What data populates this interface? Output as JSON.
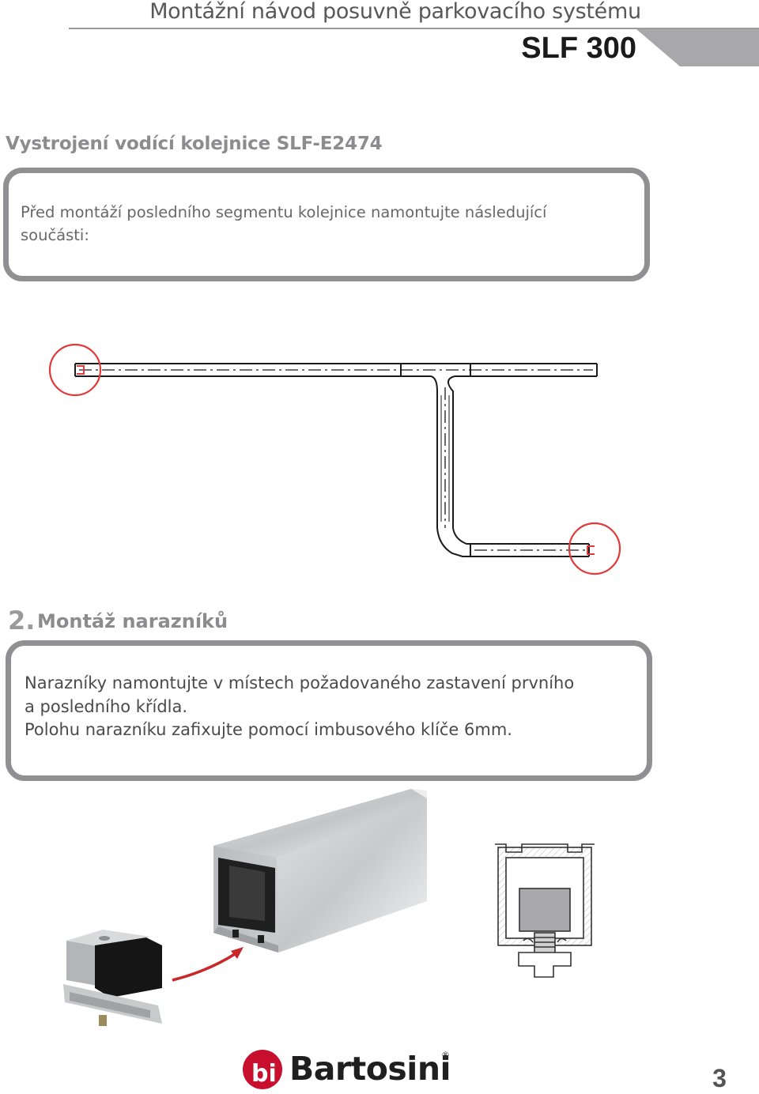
{
  "header": {
    "title": "Montážní návod posuvně parkovacího systému",
    "product_code": "SLF 300"
  },
  "section1": {
    "title": "Vystrojení vodící kolejnice SLF-E2474",
    "instruction_lines": [
      "Před montáží posledního segmentu kolejnice namontujte následující",
      "součásti:"
    ]
  },
  "section2": {
    "number": "2.",
    "title": "Montáž narazníků",
    "instruction_lines": [
      "Narazníky namontujte v místech požadovaného zastavení prvního",
      "a posledního křídla.",
      "Polohu narazníku zafixujte pomocí imbusového klíče 6mm."
    ]
  },
  "footer": {
    "brand": "Bartosini",
    "registered_mark": "®",
    "page_number": "3"
  },
  "colors": {
    "box_border": "#909093",
    "header_band": "#a8a8aa",
    "highlight_circle": "#e03a3a",
    "arrow": "#c8282a",
    "brand_red": "#c8102e"
  }
}
